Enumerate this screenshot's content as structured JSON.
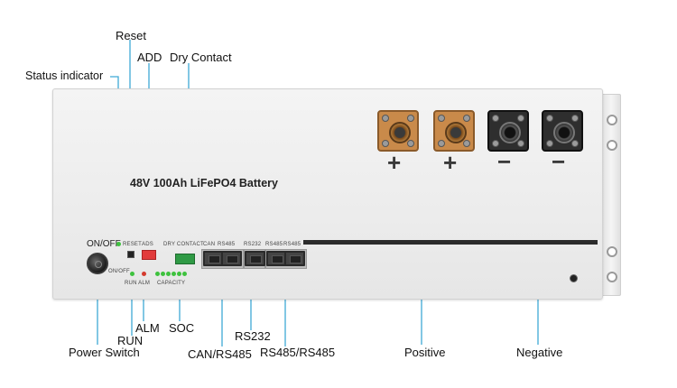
{
  "callouts": {
    "reset": "Reset",
    "add": "ADD",
    "dry_contact": "Dry Contact",
    "status_indicator": "Status indicator",
    "run": "RUN",
    "alm": "ALM",
    "soc": "SOC",
    "power_switch": "Power Switch",
    "rs232": "RS232",
    "can_rs485": "CAN/RS485",
    "rs485_rs485": "RS485/RS485",
    "positive": "Positive",
    "negative": "Negative"
  },
  "panel": {
    "product_title": "48V 100Ah LiFePO4 Battery",
    "on_off": "ON/OFF",
    "reset": "RESET",
    "add": "ADS",
    "dry_contact": "DRY CONTACT",
    "can": "CAN",
    "rs485_a": "RS485",
    "rs232": "RS232",
    "rs485_b": "RS485",
    "rs485_c": "RS485",
    "on_off_small": "ON/OFF",
    "run_alm": "RUN  ALM",
    "capacity": "CAPACITY",
    "plus_1": "+",
    "plus_2": "+",
    "minus_1": "−",
    "minus_2": "−"
  },
  "colors": {
    "callout_line": "#3fa9d6",
    "positive_terminal": "#c98a4a",
    "negative_terminal": "#2e2e2e",
    "led_green": "#3ec23e",
    "led_red": "#d43b2f",
    "dip_switch": "#e23b3b",
    "dry_contact_block": "#2f9a45"
  }
}
